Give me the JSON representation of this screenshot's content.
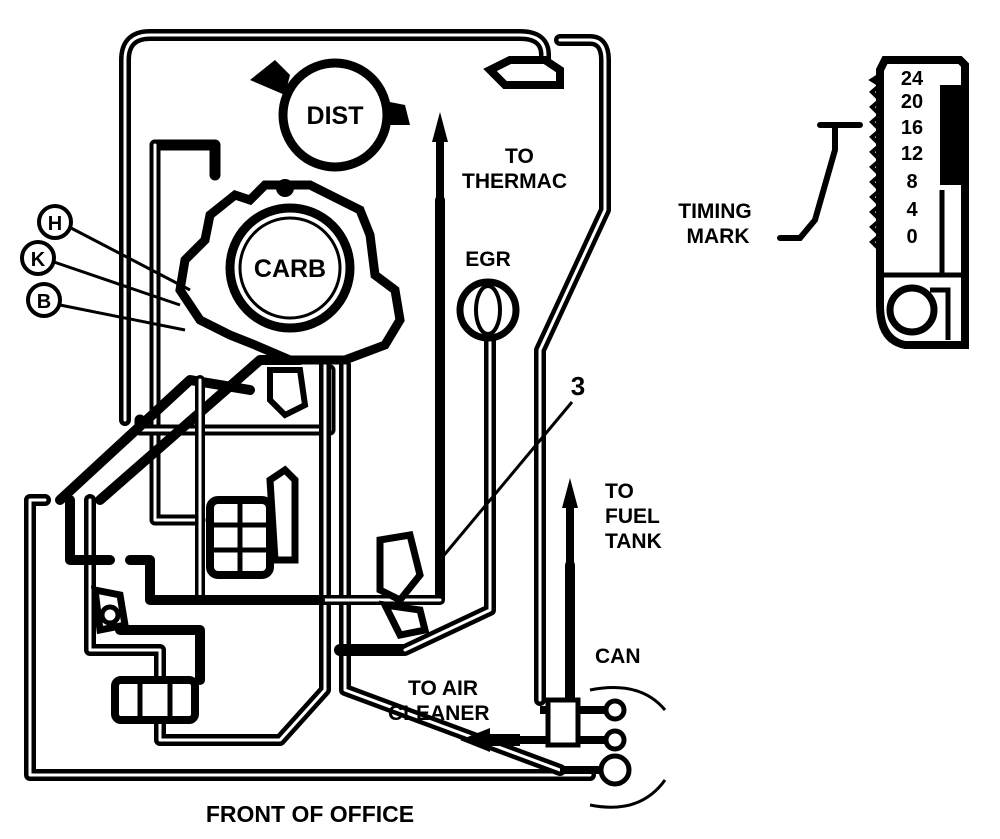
{
  "labels": {
    "dist": "DIST",
    "carb": "CARB",
    "to_thermac_1": "TO",
    "to_thermac_2": "THERMAC",
    "egr": "EGR",
    "to_fuel_tank_1": "TO",
    "to_fuel_tank_2": "FUEL",
    "to_fuel_tank_3": "TANK",
    "can": "CAN",
    "to_air_cleaner_1": "TO AIR",
    "to_air_cleaner_2": "CLEANER",
    "front": "FRONT OF OFFICE",
    "timing_mark_1": "TIMING",
    "timing_mark_2": "MARK",
    "callout_h": "H",
    "callout_k": "K",
    "callout_b": "B",
    "callout_3": "3"
  },
  "timing_scale": [
    "24",
    "20",
    "16",
    "12",
    "8",
    "4",
    "0"
  ],
  "colors": {
    "ink": "#000000",
    "paper": "#ffffff"
  }
}
